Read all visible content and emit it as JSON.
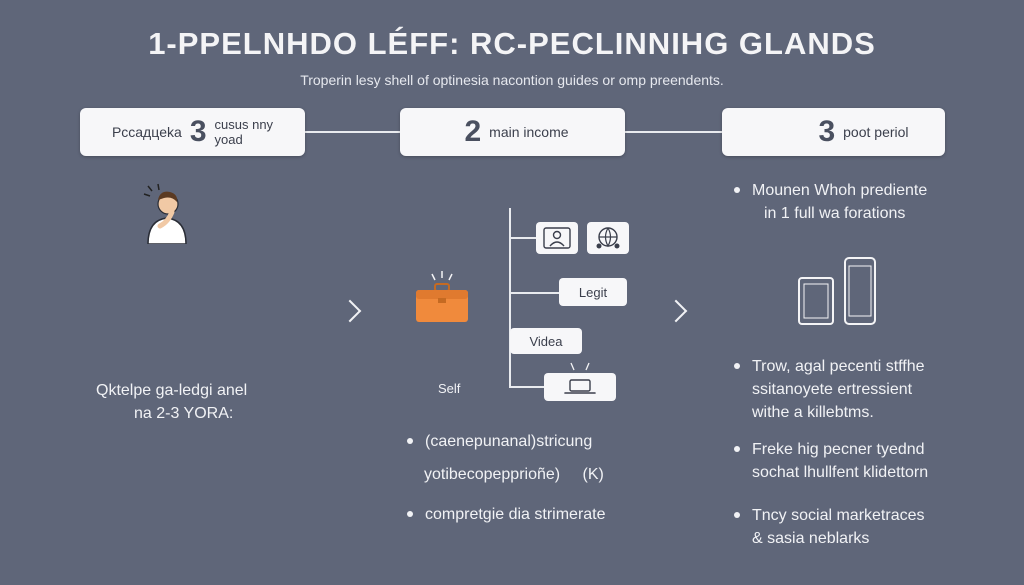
{
  "header": {
    "title": "1-PPELNHDO LÉFF: RC-PECLINNIHG GLANDS",
    "subtitle": "Troperin lesy shell of optinesia nacontion guides or omp preendents."
  },
  "stages": [
    {
      "number": "3",
      "label_left": "Pccaдцeka",
      "label_right_1": "cusus nny",
      "label_right_2": "yoad"
    },
    {
      "number": "2",
      "label": "main income"
    },
    {
      "number": "3",
      "label": "poot periol"
    }
  ],
  "left_column": {
    "note_line1": "Qktelpe ga-ledgi anel",
    "note_line2": "na 2-3 YORA:"
  },
  "middle_column": {
    "branch_labels": [
      "Legit",
      "Videa"
    ],
    "self_label": "Self",
    "bullets": [
      {
        "line1": "(caenepunanal)stricung",
        "line2": "yotibecopepprioñe)",
        "tag": "(K)"
      },
      {
        "line1": "compretgie dia strimerate"
      }
    ]
  },
  "right_column": {
    "top_bullet": {
      "line1": "Mounen Whoh prediente",
      "line2": "in 1 full wa forations"
    },
    "bullets": [
      {
        "line1": "Trow, agal pecenti stffhe",
        "line2": "ssitanoyete ertressient",
        "line3": "withe a killebtms."
      },
      {
        "line1": "Freke hig pecner tyednd",
        "line2": "sochat lhullfent klidettorn"
      },
      {
        "line1": "Tncy social marketraces",
        "line2": "& sasia neblarks"
      }
    ]
  },
  "colors": {
    "background": "#5f6679",
    "card": "#f7f7f9",
    "accent_orange": "#f08a3c"
  },
  "icons": [
    "person-thinking-icon",
    "briefcase-icon",
    "user-card-icon",
    "globe-people-icon",
    "laptop-icon",
    "tablet-icon",
    "phone-icon",
    "chevron-right-icon"
  ]
}
